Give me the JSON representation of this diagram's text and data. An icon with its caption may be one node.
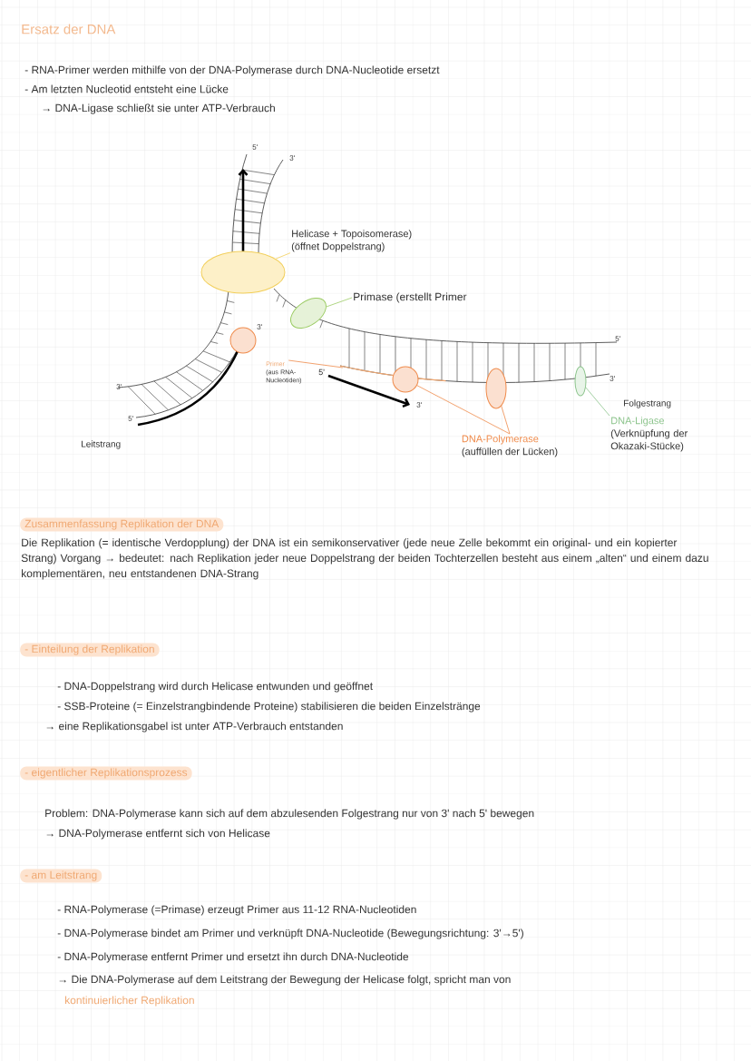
{
  "diagram": {
    "title": "Ersatz der DNA",
    "nodes": [
      {
        "text": [],
        "shape": "ellipse"
      },
      {
        "text": [
          "Helicase + Topoisomerase)",
          "(öffnet Doppelstrang)"
        ]
      },
      {
        "text": [],
        "shape": "ellipse"
      },
      {
        "text": [
          "Primase (erstellt Primer"
        ]
      },
      {
        "text": [],
        "shape": "circle"
      },
      {
        "text": [
          "Primer",
          "(aus RNA-Nucleotiden)"
        ]
      },
      {
        "text": [],
        "shape": "circle"
      },
      {
        "text": [],
        "shape": "ellipse"
      },
      {
        "text": [
          "DNA-Polymerase",
          "(auffüllen der Lücken)"
        ]
      },
      {
        "text": [],
        "shape": "ellipse"
      },
      {
        "text": [
          "DNA-Ligase",
          "(Verknüpfung der Okazaki-Stücke)"
        ]
      }
    ],
    "edges": [
      {
        "from": 1,
        "to": 0,
        "arrow": "none",
        "color": "#f2cf5b"
      },
      {
        "from": 3,
        "to": 2,
        "arrow": "none",
        "color": "#9ccc65"
      },
      {
        "from": 5,
        "to": null,
        "arrow": "none",
        "color": "#ef8a4a"
      },
      {
        "from": 8,
        "to": 6,
        "arrow": "none",
        "color": "#ef8a4a"
      },
      {
        "from": 8,
        "to": 7,
        "arrow": "none",
        "color": "#ef8a4a"
      },
      {
        "from": 10,
        "to": 9,
        "arrow": "none",
        "color": "#8cc48c"
      }
    ],
    "labels": [
      "- RNA-Primer werden mithilfe von der DNA-Polymerase durch DNA-Nucleotide ersetzt",
      "- Am letzten Nucleotid entsteht eine Lücke",
      "→ DNA-Ligase schließt sie unter ATP-Verbrauch",
      "5'",
      "3'",
      "3'",
      "5'",
      "3'",
      "Leitstrang",
      "5'",
      "3'",
      "5'",
      "3'",
      "Folgestrang",
      "Zusammenfassung Replikation der DNA",
      "Die Replikation (= identische Verdopplung) der DNA ist ein semikonservativer (jede neue Zelle bekommt ein original- und ein kopierter Strang) Vorgang → bedeutet: nach Replikation jeder neue Doppelstrang der beiden Tochterzellen besteht aus einem „alten“ und einem dazu komplementären, neu entstandenen DNA-Strang",
      "- Einteilung der Replikation",
      "- DNA-Doppelstrang wird durch Helicase entwunden und geöffnet",
      "- SSB-Proteine (= Einzelstrangbindende Proteine) stabilisieren die beiden Einzelstränge",
      "→ eine Replikationsgabel ist unter ATP-Verbrauch entstanden",
      "- eigentlicher Replikationsprozess",
      "Problem: DNA-Polymerase kann sich auf dem abzulesenden Folgestrang nur von 3' nach 5' bewegen",
      "→ DNA-Polymerase entfernt sich von Helicase",
      "- am Leitstrang",
      "- RNA-Polymerase (=Primase) erzeugt Primer aus 11-12 RNA-Nucleotiden",
      "- DNA-Polymerase bindet am Primer und verknüpft DNA-Nucleotide (Bewegungsrichtung: 3'→5')",
      "- DNA-Polymerase entfernt Primer und ersetzt ihn durch DNA-Nucleotide",
      "→ Die DNA-Polymerase auf dem Leitstrang der Bewegung der Helicase folgt, spricht man von",
      "kontinuierlicher Replikation"
    ]
  }
}
